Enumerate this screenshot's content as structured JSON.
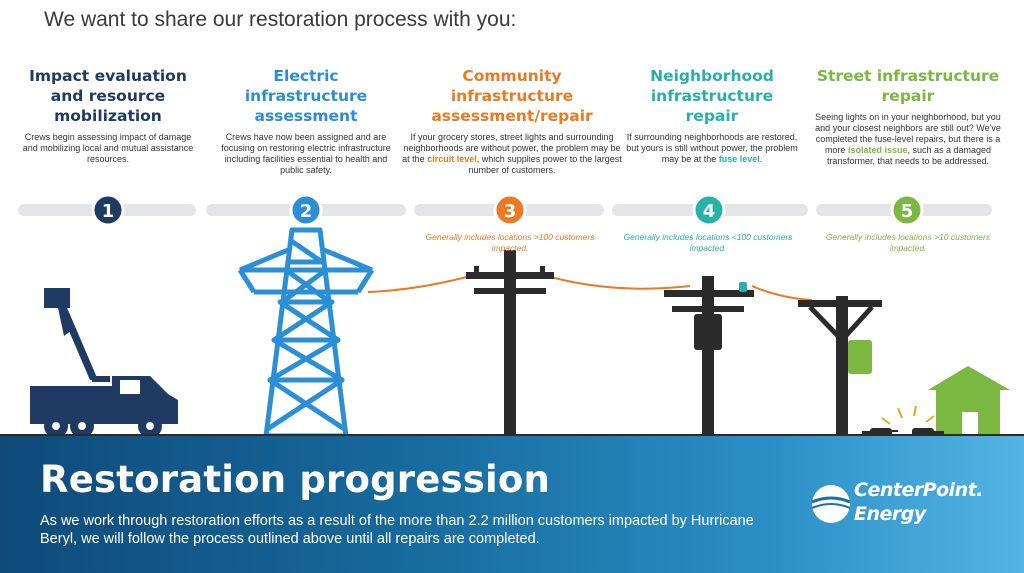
{
  "headline": "We want to share our restoration process with you:",
  "steps": [
    {
      "number": "1",
      "title": "Impact evaluation and resource mobilization",
      "desc_parts": [
        "Crews begin assessing impact of damage and mobilizing local and mutual assistance resources."
      ],
      "color": "#1f3a63"
    },
    {
      "number": "2",
      "title": "Electric infrastructure assessment",
      "desc_parts": [
        "Crews have now been assigned and are focusing on restoring electric infrastructure including facilities essential to health and public safety."
      ],
      "color": "#2a8fd6"
    },
    {
      "number": "3",
      "title": "Community infrastructure assessment/repair",
      "desc_before": "If your grocery stores, street lights and surrounding neighborhoods are without power, the problem may be at the ",
      "desc_bold": "circuit level",
      "desc_after": ", which supplies power to the largest number of customers.",
      "note": "Generally includes locations >100 customers impacted.",
      "color": "#ea7a24"
    },
    {
      "number": "4",
      "title": "Neighborhood infrastructure repair",
      "desc_before": "If surrounding neighborhoods are restored, but yours is still without power, the problem may be at the ",
      "desc_bold": "fuse level",
      "desc_after": ".",
      "note": "Generally includes locations <100 customers impacted.",
      "color": "#27b1a8"
    },
    {
      "number": "5",
      "title": "Street infrastructure repair",
      "desc_before": "Seeing lights on in your neighborhood, but you and your closest neighbors are still out? We've completed the fuse-level repairs, but there is a more ",
      "desc_bold": "isolated issue",
      "desc_after": ", such as a damaged transformer, that needs to be addressed.",
      "note": "Generally includes locations >10 customers impacted.",
      "color": "#7ab841"
    }
  ],
  "banner": {
    "title": "Restoration progression",
    "body": "As we work through restoration efforts as a result of the more than 2.2 million customers impacted by Hurricane Beryl, we will follow the process outlined above until all repairs are completed."
  },
  "logo": {
    "line1": "CenterPoint.",
    "line2": "Energy"
  }
}
